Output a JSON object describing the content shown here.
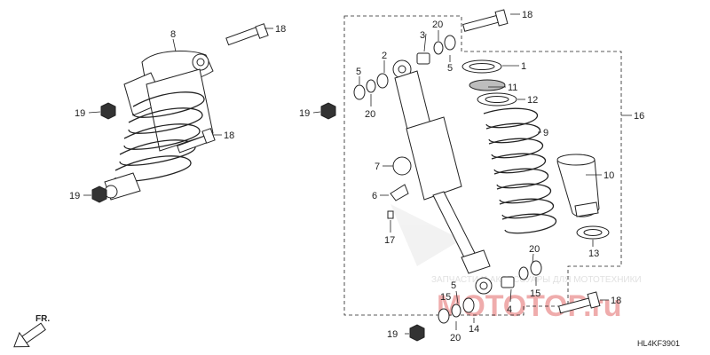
{
  "diagram": {
    "code": "HL4KF3901",
    "direction_label": "FR.",
    "watermark": {
      "text": "ЗАПЧАСТИ И АКСЕССУАРЫ ДЛЯ МОТОТЕХНИКИ",
      "logo": "МОТОТОР.ru",
      "color": "#e26a6a"
    },
    "callouts": [
      "1",
      "2",
      "3",
      "4",
      "5",
      "6",
      "7",
      "8",
      "9",
      "10",
      "11",
      "12",
      "13",
      "14",
      "15",
      "16",
      "17",
      "18",
      "19",
      "20"
    ]
  }
}
